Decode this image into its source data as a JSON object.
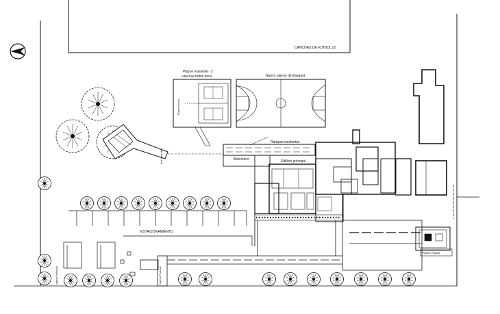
{
  "labels": {
    "canchas_futbol": "CANCHAS DE FUTBOL (2)",
    "playon_existente_1": "Playon existente - 2",
    "playon_existente_2": "canchas futbol tenis",
    "nuevo_playon": "Nuevo playon de Basquet",
    "playon_cancha": "Playon cancha",
    "rampas": "Rampas existentes",
    "bicicletero": "Bicicletero",
    "edificio": "Edificio principal",
    "estacionamiento": "ESTACIONAMIENTO",
    "puesto_policial": "Puesto Policial",
    "sum": "Sum Deportivo",
    "ingreso_vehicular": "Ingreso Vehicular",
    "ingreso_peatonal": "Ingreso Peatonal"
  },
  "icons": {
    "north_arrow": "north-arrow-icon",
    "tree": "tree-icon"
  }
}
